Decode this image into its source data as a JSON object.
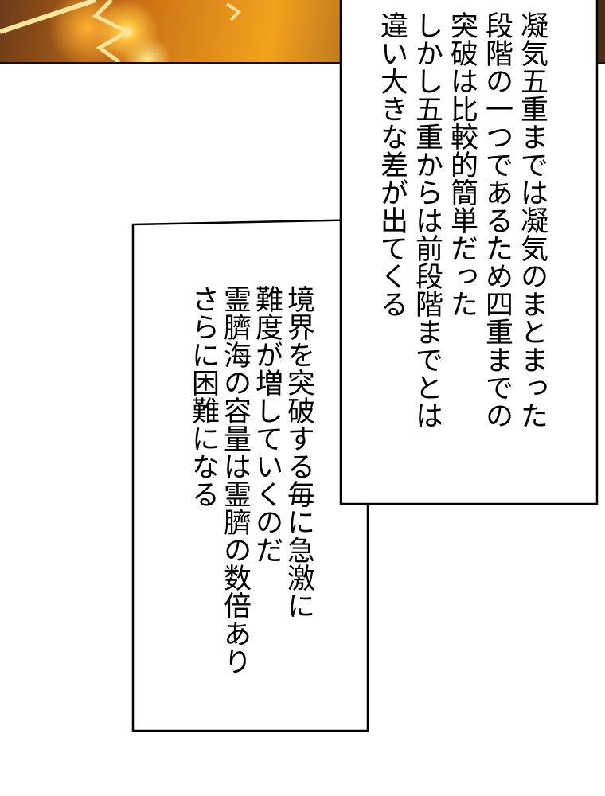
{
  "panel_art": {
    "description_icon": "fiery-lightning-art"
  },
  "caption_box_1": {
    "lines": [
      "凝気五重までは凝気のまとまった",
      "段階の一つであるため四重までの",
      "突破は比較的簡単だった",
      "しかし五重からは前段階までとは",
      "違い大きな差が出てくる"
    ]
  },
  "caption_box_2": {
    "lines": [
      "境界を突破する毎に急激に",
      "難度が増していくのだ",
      "霊臍海の容量は霊臍の数倍あり",
      "さらに困難になる"
    ]
  }
}
